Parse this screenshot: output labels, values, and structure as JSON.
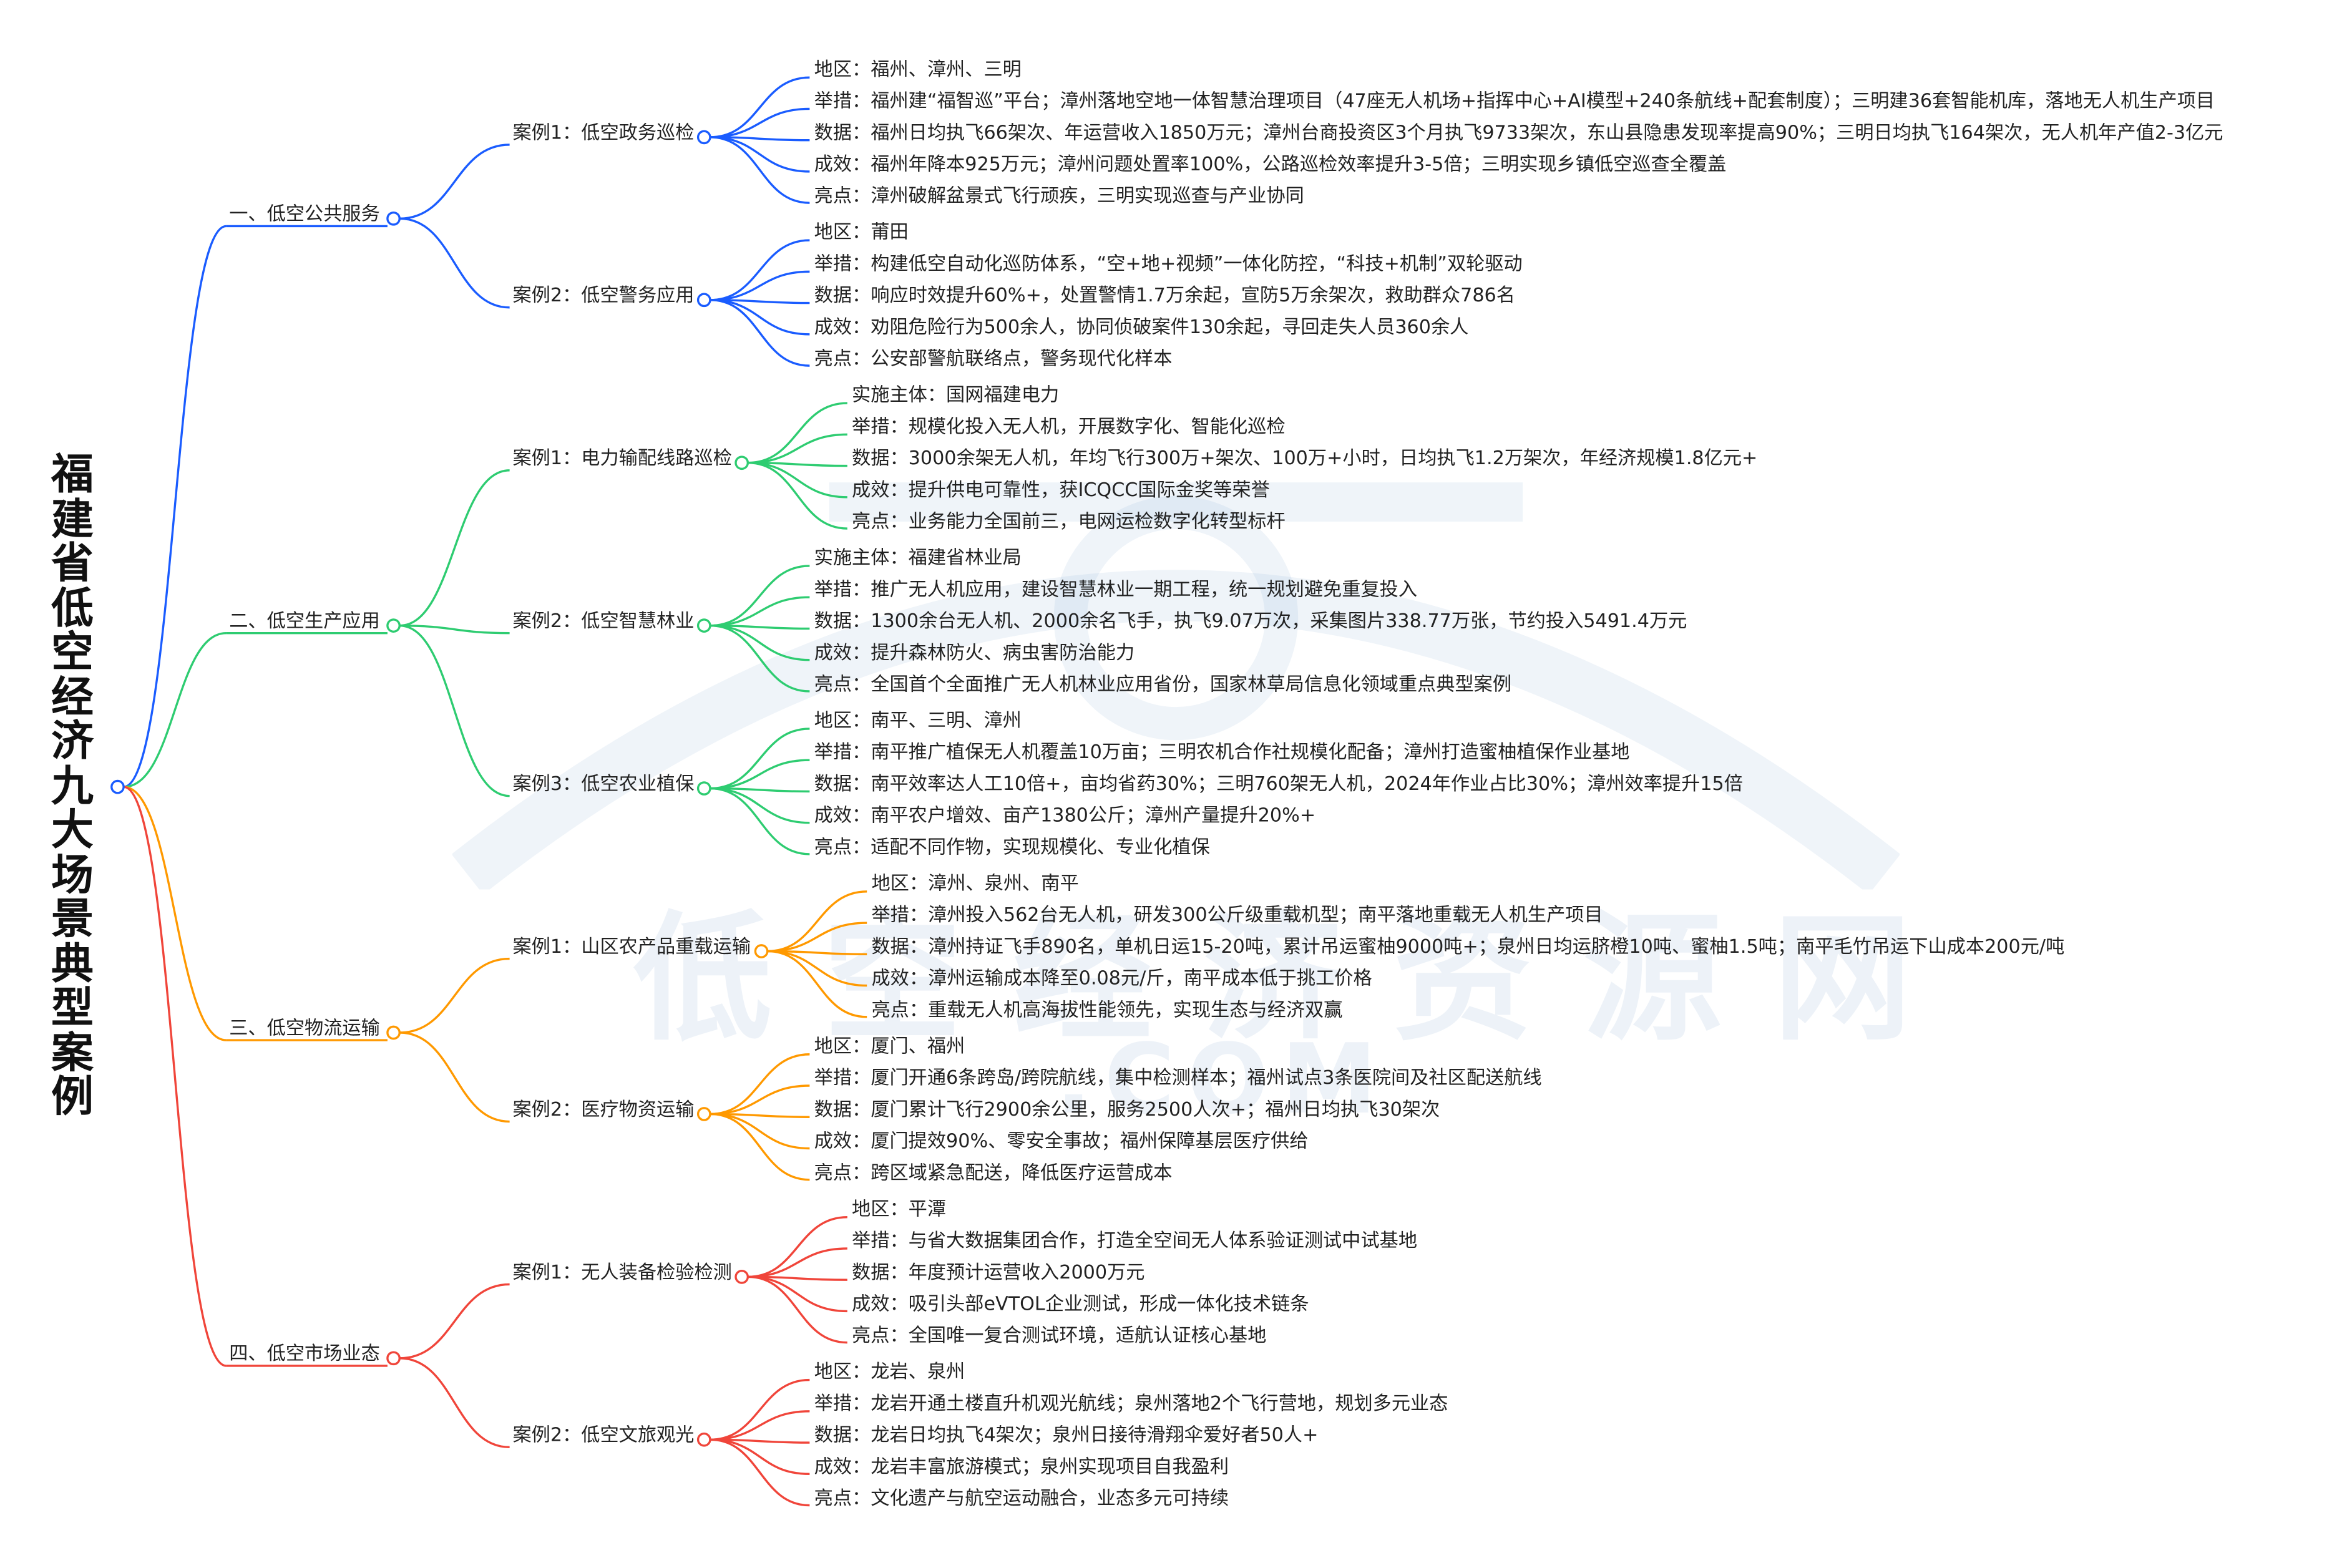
{
  "title": "福建省低空经济九大场景典型案例",
  "watermark": {
    "text": "低空经济资源网",
    "domain": ".COM"
  },
  "colors": {
    "root": "#1a5cff",
    "blue": "#1a5cff",
    "green": "#2ecc71",
    "orange": "#ff9900",
    "red": "#f0453a"
  },
  "branches": [
    {
      "label": "一、低空公共服务",
      "color": "#1a5cff",
      "cases": [
        {
          "label": "案例1：低空政务巡检",
          "leaves": [
            "地区：福州、漳州、三明",
            "举措：福州建“福智巡”平台；漳州落地空地一体智慧治理项目（47座无人机场+指挥中心+AI模型+240条航线+配套制度）；三明建36套智能机库，落地无人机生产项目",
            "数据：福州日均执飞66架次、年运营收入1850万元；漳州台商投资区3个月执飞9733架次，东山县隐患发现率提高90%；三明日均执飞164架次，无人机年产值2-3亿元",
            "成效：福州年降本925万元；漳州问题处置率100%，公路巡检效率提升3-5倍；三明实现乡镇低空巡查全覆盖",
            "亮点：漳州破解盆景式飞行顽疾，三明实现巡查与产业协同"
          ]
        },
        {
          "label": "案例2：低空警务应用",
          "leaves": [
            "地区：莆田",
            "举措：构建低空自动化巡防体系，“空+地+视频”一体化防控，“科技+机制”双轮驱动",
            "数据：响应时效提升60%+，处置警情1.7万余起，宣防5万余架次，救助群众786名",
            "成效：劝阻危险行为500余人，协同侦破案件130余起，寻回走失人员360余人",
            "亮点：公安部警航联络点，警务现代化样本"
          ]
        }
      ]
    },
    {
      "label": "二、低空生产应用",
      "color": "#2ecc71",
      "cases": [
        {
          "label": "案例1：电力输配线路巡检",
          "leaves": [
            "实施主体：国网福建电力",
            "举措：规模化投入无人机，开展数字化、智能化巡检",
            "数据：3000余架无人机，年均飞行300万+架次、100万+小时，日均执飞1.2万架次，年经济规模1.8亿元+",
            "成效：提升供电可靠性，获ICQCC国际金奖等荣誉",
            "亮点：业务能力全国前三，电网运检数字化转型标杆"
          ]
        },
        {
          "label": "案例2：低空智慧林业",
          "leaves": [
            "实施主体：福建省林业局",
            "举措：推广无人机应用，建设智慧林业一期工程，统一规划避免重复投入",
            "数据：1300余台无人机、2000余名飞手，执飞9.07万次，采集图片338.77万张，节约投入5491.4万元",
            "成效：提升森林防火、病虫害防治能力",
            "亮点：全国首个全面推广无人机林业应用省份，国家林草局信息化领域重点典型案例"
          ]
        },
        {
          "label": "案例3：低空农业植保",
          "leaves": [
            "地区：南平、三明、漳州",
            "举措：南平推广植保无人机覆盖10万亩；三明农机合作社规模化配备；漳州打造蜜柚植保作业基地",
            "数据：南平效率达人工10倍+，亩均省药30%；三明760架无人机，2024年作业占比30%；漳州效率提升15倍",
            "成效：南平农户增效、亩产1380公斤；漳州产量提升20%+",
            "亮点：适配不同作物，实现规模化、专业化植保"
          ]
        }
      ]
    },
    {
      "label": "三、低空物流运输",
      "color": "#ff9900",
      "cases": [
        {
          "label": "案例1：山区农产品重载运输",
          "leaves": [
            "地区：漳州、泉州、南平",
            "举措：漳州投入562台无人机，研发300公斤级重载机型；南平落地重载无人机生产项目",
            "数据：漳州持证飞手890名，单机日运15-20吨，累计吊运蜜柚9000吨+；泉州日均运脐橙10吨、蜜柚1.5吨；南平毛竹吊运下山成本200元/吨",
            "成效：漳州运输成本降至0.08元/斤，南平成本低于挑工价格",
            "亮点：重载无人机高海拔性能领先，实现生态与经济双赢"
          ]
        },
        {
          "label": "案例2：医疗物资运输",
          "leaves": [
            "地区：厦门、福州",
            "举措：厦门开通6条跨岛/跨院航线，集中检测样本；福州试点3条医院间及社区配送航线",
            "数据：厦门累计飞行2900余公里，服务2500人次+；福州日均执飞30架次",
            "成效：厦门提效90%、零安全事故；福州保障基层医疗供给",
            "亮点：跨区域紧急配送，降低医疗运营成本"
          ]
        }
      ]
    },
    {
      "label": "四、低空市场业态",
      "color": "#f0453a",
      "cases": [
        {
          "label": "案例1：无人装备检验检测",
          "leaves": [
            "地区：平潭",
            "举措：与省大数据集团合作，打造全空间无人体系验证测试中试基地",
            "数据：年度预计运营收入2000万元",
            "成效：吸引头部eVTOL企业测试，形成一体化技术链条",
            "亮点：全国唯一复合测试环境，适航认证核心基地"
          ]
        },
        {
          "label": "案例2：低空文旅观光",
          "leaves": [
            "地区：龙岩、泉州",
            "举措：龙岩开通土楼直升机观光航线；泉州落地2个飞行营地，规划多元业态",
            "数据：龙岩日均执飞4架次；泉州日接待滑翔伞爱好者50人+",
            "成效：龙岩丰富旅游模式；泉州实现项目自我盈利",
            "亮点：文化遗产与航空运动融合，业态多元可持续"
          ]
        }
      ]
    }
  ]
}
